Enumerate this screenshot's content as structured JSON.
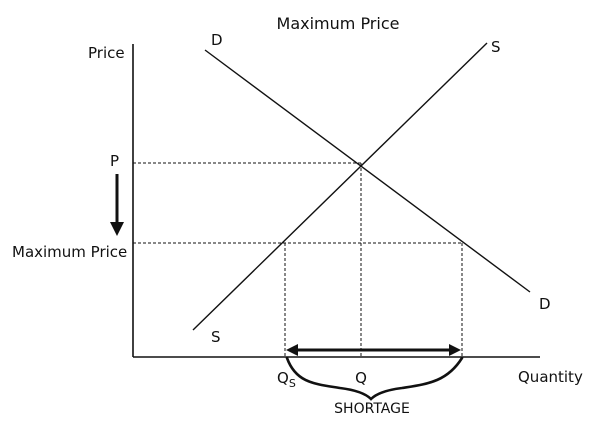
{
  "title": "Maximum Price",
  "axes": {
    "y_label": "Price",
    "x_label": "Quantity"
  },
  "curves": {
    "demand_top": "D",
    "demand_bottom": "D",
    "supply_top": "S",
    "supply_bottom": "S"
  },
  "price_labels": {
    "equilibrium": "P",
    "maximum": "Maximum Price"
  },
  "quantity_labels": {
    "supplied": "Q",
    "supplied_subscript": "S",
    "equilibrium": "Q"
  },
  "shortage_label": "SHORTAGE",
  "colors": {
    "ink": "#111111"
  },
  "icons": {
    "price_drop": "down-arrow-icon",
    "shortage_span": "double-arrow-icon"
  }
}
